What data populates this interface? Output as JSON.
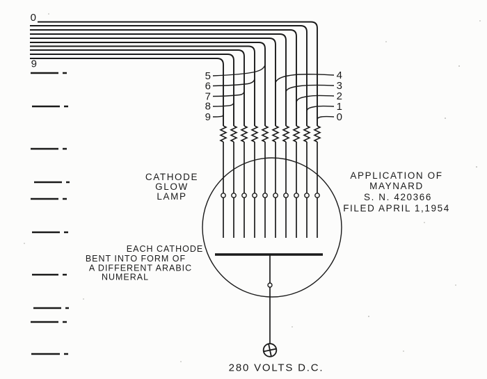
{
  "figure": {
    "bus": {
      "top_label": "0",
      "bottom_label": "9"
    },
    "wire_labels": {
      "left": [
        "5",
        "6",
        "7",
        "8",
        "9"
      ],
      "right": [
        "4",
        "3",
        "2",
        "1",
        "0"
      ]
    },
    "lamp_caption": {
      "line1": "CATHODE",
      "line2": "GLOW",
      "line3": "LAMP"
    },
    "application_note": {
      "line1": "APPLICATION OF",
      "line2": "MAYNARD",
      "line3": "S. N. 420366",
      "line4": "FILED APRIL 1,1954"
    },
    "cathode_note": {
      "line1": "EACH CATHODE",
      "line2": "BENT INTO FORM OF",
      "line3": "A DIFFERENT ARABIC",
      "line4": "NUMERAL"
    },
    "supply_label": "280 VOLTS D.C.",
    "power_terminal_symbol": "circled-plus",
    "ink_color": "#1a1a1a",
    "paper_color": "#fcfcfb",
    "counts": {
      "bus_wires": 10,
      "resistors": 10,
      "cathodes": 10,
      "left_stub_marks": 10
    }
  }
}
